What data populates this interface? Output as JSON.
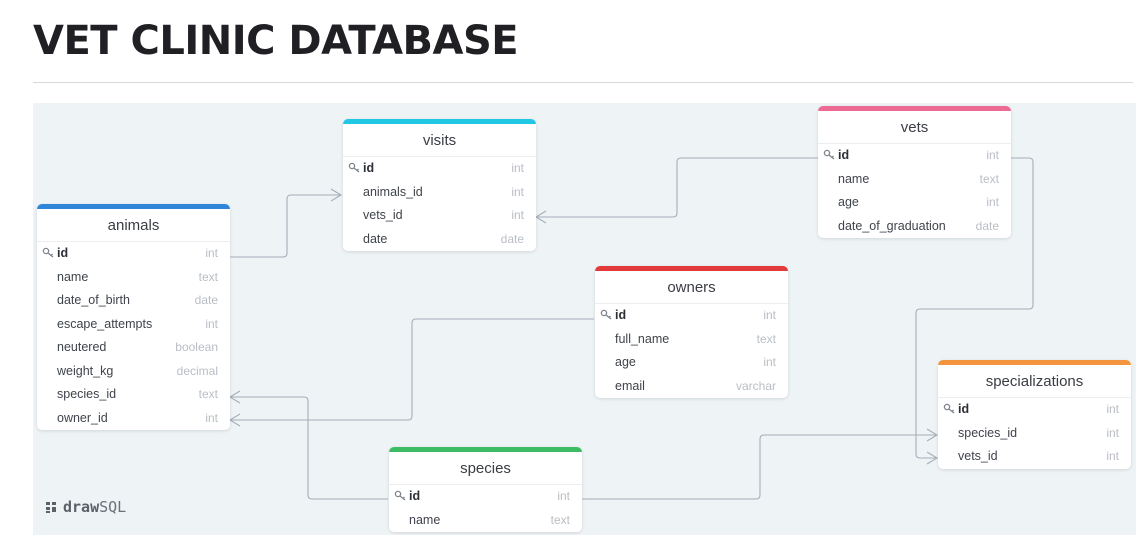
{
  "page": {
    "title": "VET CLINIC DATABASE"
  },
  "brand": {
    "prefix": "draw",
    "suffix": "SQL"
  },
  "tables": {
    "animals": {
      "name": "animals",
      "color": "#2f86d9",
      "columns": [
        {
          "name": "id",
          "type": "int",
          "pk": true
        },
        {
          "name": "name",
          "type": "text"
        },
        {
          "name": "date_of_birth",
          "type": "date"
        },
        {
          "name": "escape_attempts",
          "type": "int"
        },
        {
          "name": "neutered",
          "type": "boolean"
        },
        {
          "name": "weight_kg",
          "type": "decimal"
        },
        {
          "name": "species_id",
          "type": "text"
        },
        {
          "name": "owner_id",
          "type": "int"
        }
      ]
    },
    "visits": {
      "name": "visits",
      "color": "#22c8e3",
      "columns": [
        {
          "name": "id",
          "type": "int",
          "pk": true
        },
        {
          "name": "animals_id",
          "type": "int"
        },
        {
          "name": "vets_id",
          "type": "int"
        },
        {
          "name": "date",
          "type": "date"
        }
      ]
    },
    "vets": {
      "name": "vets",
      "color": "#ec6a93",
      "columns": [
        {
          "name": "id",
          "type": "int",
          "pk": true
        },
        {
          "name": "name",
          "type": "text"
        },
        {
          "name": "age",
          "type": "int"
        },
        {
          "name": "date_of_graduation",
          "type": "date"
        }
      ]
    },
    "owners": {
      "name": "owners",
      "color": "#e23a3a",
      "columns": [
        {
          "name": "id",
          "type": "int",
          "pk": true
        },
        {
          "name": "full_name",
          "type": "text"
        },
        {
          "name": "age",
          "type": "int"
        },
        {
          "name": "email",
          "type": "varchar"
        }
      ]
    },
    "species": {
      "name": "species",
      "color": "#3cbd64",
      "columns": [
        {
          "name": "id",
          "type": "int",
          "pk": true
        },
        {
          "name": "name",
          "type": "text"
        }
      ]
    },
    "specializations": {
      "name": "specializations",
      "color": "#f5943f",
      "columns": [
        {
          "name": "id",
          "type": "int",
          "pk": true
        },
        {
          "name": "species_id",
          "type": "int"
        },
        {
          "name": "vets_id",
          "type": "int"
        }
      ]
    }
  }
}
